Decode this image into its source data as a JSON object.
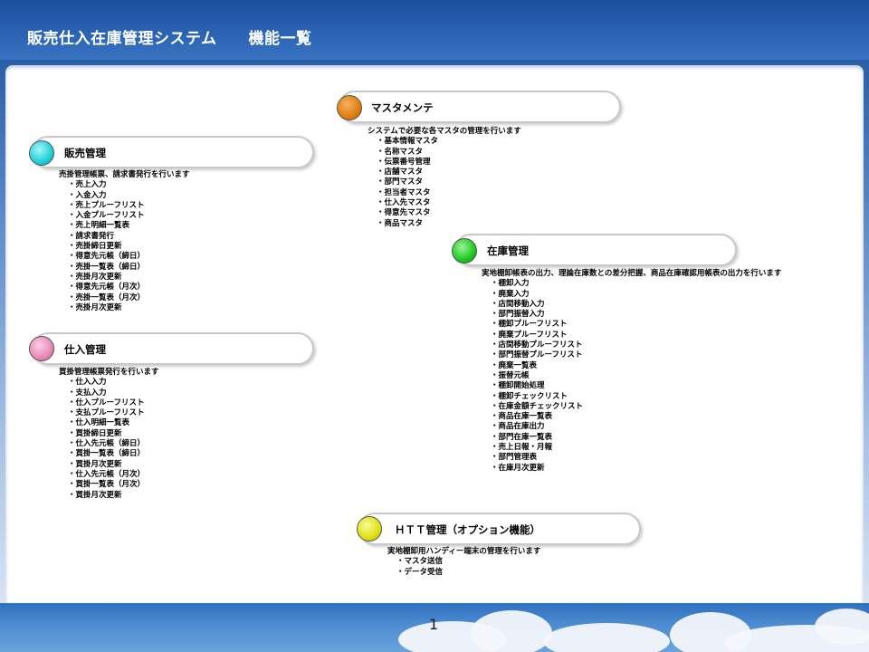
{
  "header": {
    "title": "販売仕入在庫管理システム　　機能一覧"
  },
  "page_number": "1",
  "colors": {
    "header_blue": "#2557a7",
    "hanbai": "#1fd0d8",
    "shiire": "#e88ab8",
    "master": "#e07e0e",
    "zaiko": "#1ec81e",
    "htt": "#e0e010"
  },
  "sections": {
    "master": {
      "title": "マスタメンテ",
      "description": "システムで必要な各マスタの管理を行います",
      "items": [
        "・基本情報マスタ",
        "・名称マスタ",
        "・伝票番号管理",
        "・店舗マスタ",
        "・部門マスタ",
        "・担当者マスタ",
        "・仕入先マスタ",
        "・得意先マスタ",
        "・商品マスタ"
      ]
    },
    "hanbai": {
      "title": "販売管理",
      "description": "売掛管理帳票、請求書発行を行います",
      "items": [
        "・売上入力",
        "・入金入力",
        "・売上プルーフリスト",
        "・入金プルーフリスト",
        "・売上明細一覧表",
        "・請求書発行",
        "・売掛締日更新",
        "・得意先元帳（締日）",
        "・売掛一覧表（締日）",
        "・売掛月次更新",
        "・得意先元帳（月次）",
        "・売掛一覧表（月次）",
        "・売掛月次更新"
      ]
    },
    "shiire": {
      "title": "仕入管理",
      "description": "買掛管理帳票発行を行います",
      "items": [
        "・仕入入力",
        "・支払入力",
        "・仕入プルーフリスト",
        "・支払プルーフリスト",
        "・仕入明細一覧表",
        "・買掛締日更新",
        "・仕入先元帳（締日）",
        "・買掛一覧表（締日）",
        "・買掛月次更新",
        "・仕入先元帳（月次）",
        "・買掛一覧表（月次）",
        "・買掛月次更新"
      ]
    },
    "zaiko": {
      "title": "在庫管理",
      "description": "実地棚卸帳表の出力、理論在庫数との差分把握、商品在庫確認用帳表の出力を行います",
      "items": [
        "・棚卸入力",
        "・廃棄入力",
        "・店間移動入力",
        "・部門振替入力",
        "・棚卸プルーフリスト",
        "・廃棄プルーフリスト",
        "・店間移動プルーフリスト",
        "・部門振替プルーフリスト",
        "・廃棄一覧表",
        "・振替元帳",
        "・棚卸開始処理",
        "・棚卸チェックリスト",
        "・在庫金額チェックリスト",
        "・商品在庫一覧表",
        "・商品在庫出力",
        "・部門在庫一覧表",
        "・売上日報・月報",
        "・部門管理表",
        "・在庫月次更新"
      ]
    },
    "htt": {
      "title": "ＨＴＴ管理（オプション機能）",
      "description": "実地棚卸用ハンディー端末の管理を行います",
      "items": [
        "・マスタ送信",
        "・データ受信"
      ]
    }
  }
}
